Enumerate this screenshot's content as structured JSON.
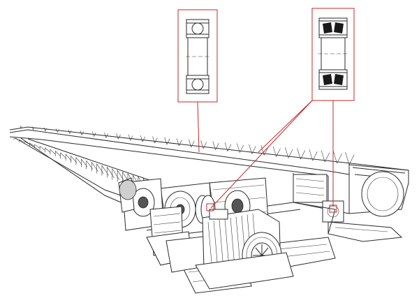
{
  "diagram": {
    "callout_color": "#c62828",
    "callouts": [
      {
        "name": "cylindrical-roller-bearing-detail",
        "icon": "roller-bearing-section-icon"
      },
      {
        "name": "spherical-roller-bearing-detail",
        "icon": "spherical-bearing-section-icon"
      }
    ],
    "subject": "belt-conveyor-drive-line-drawing"
  }
}
